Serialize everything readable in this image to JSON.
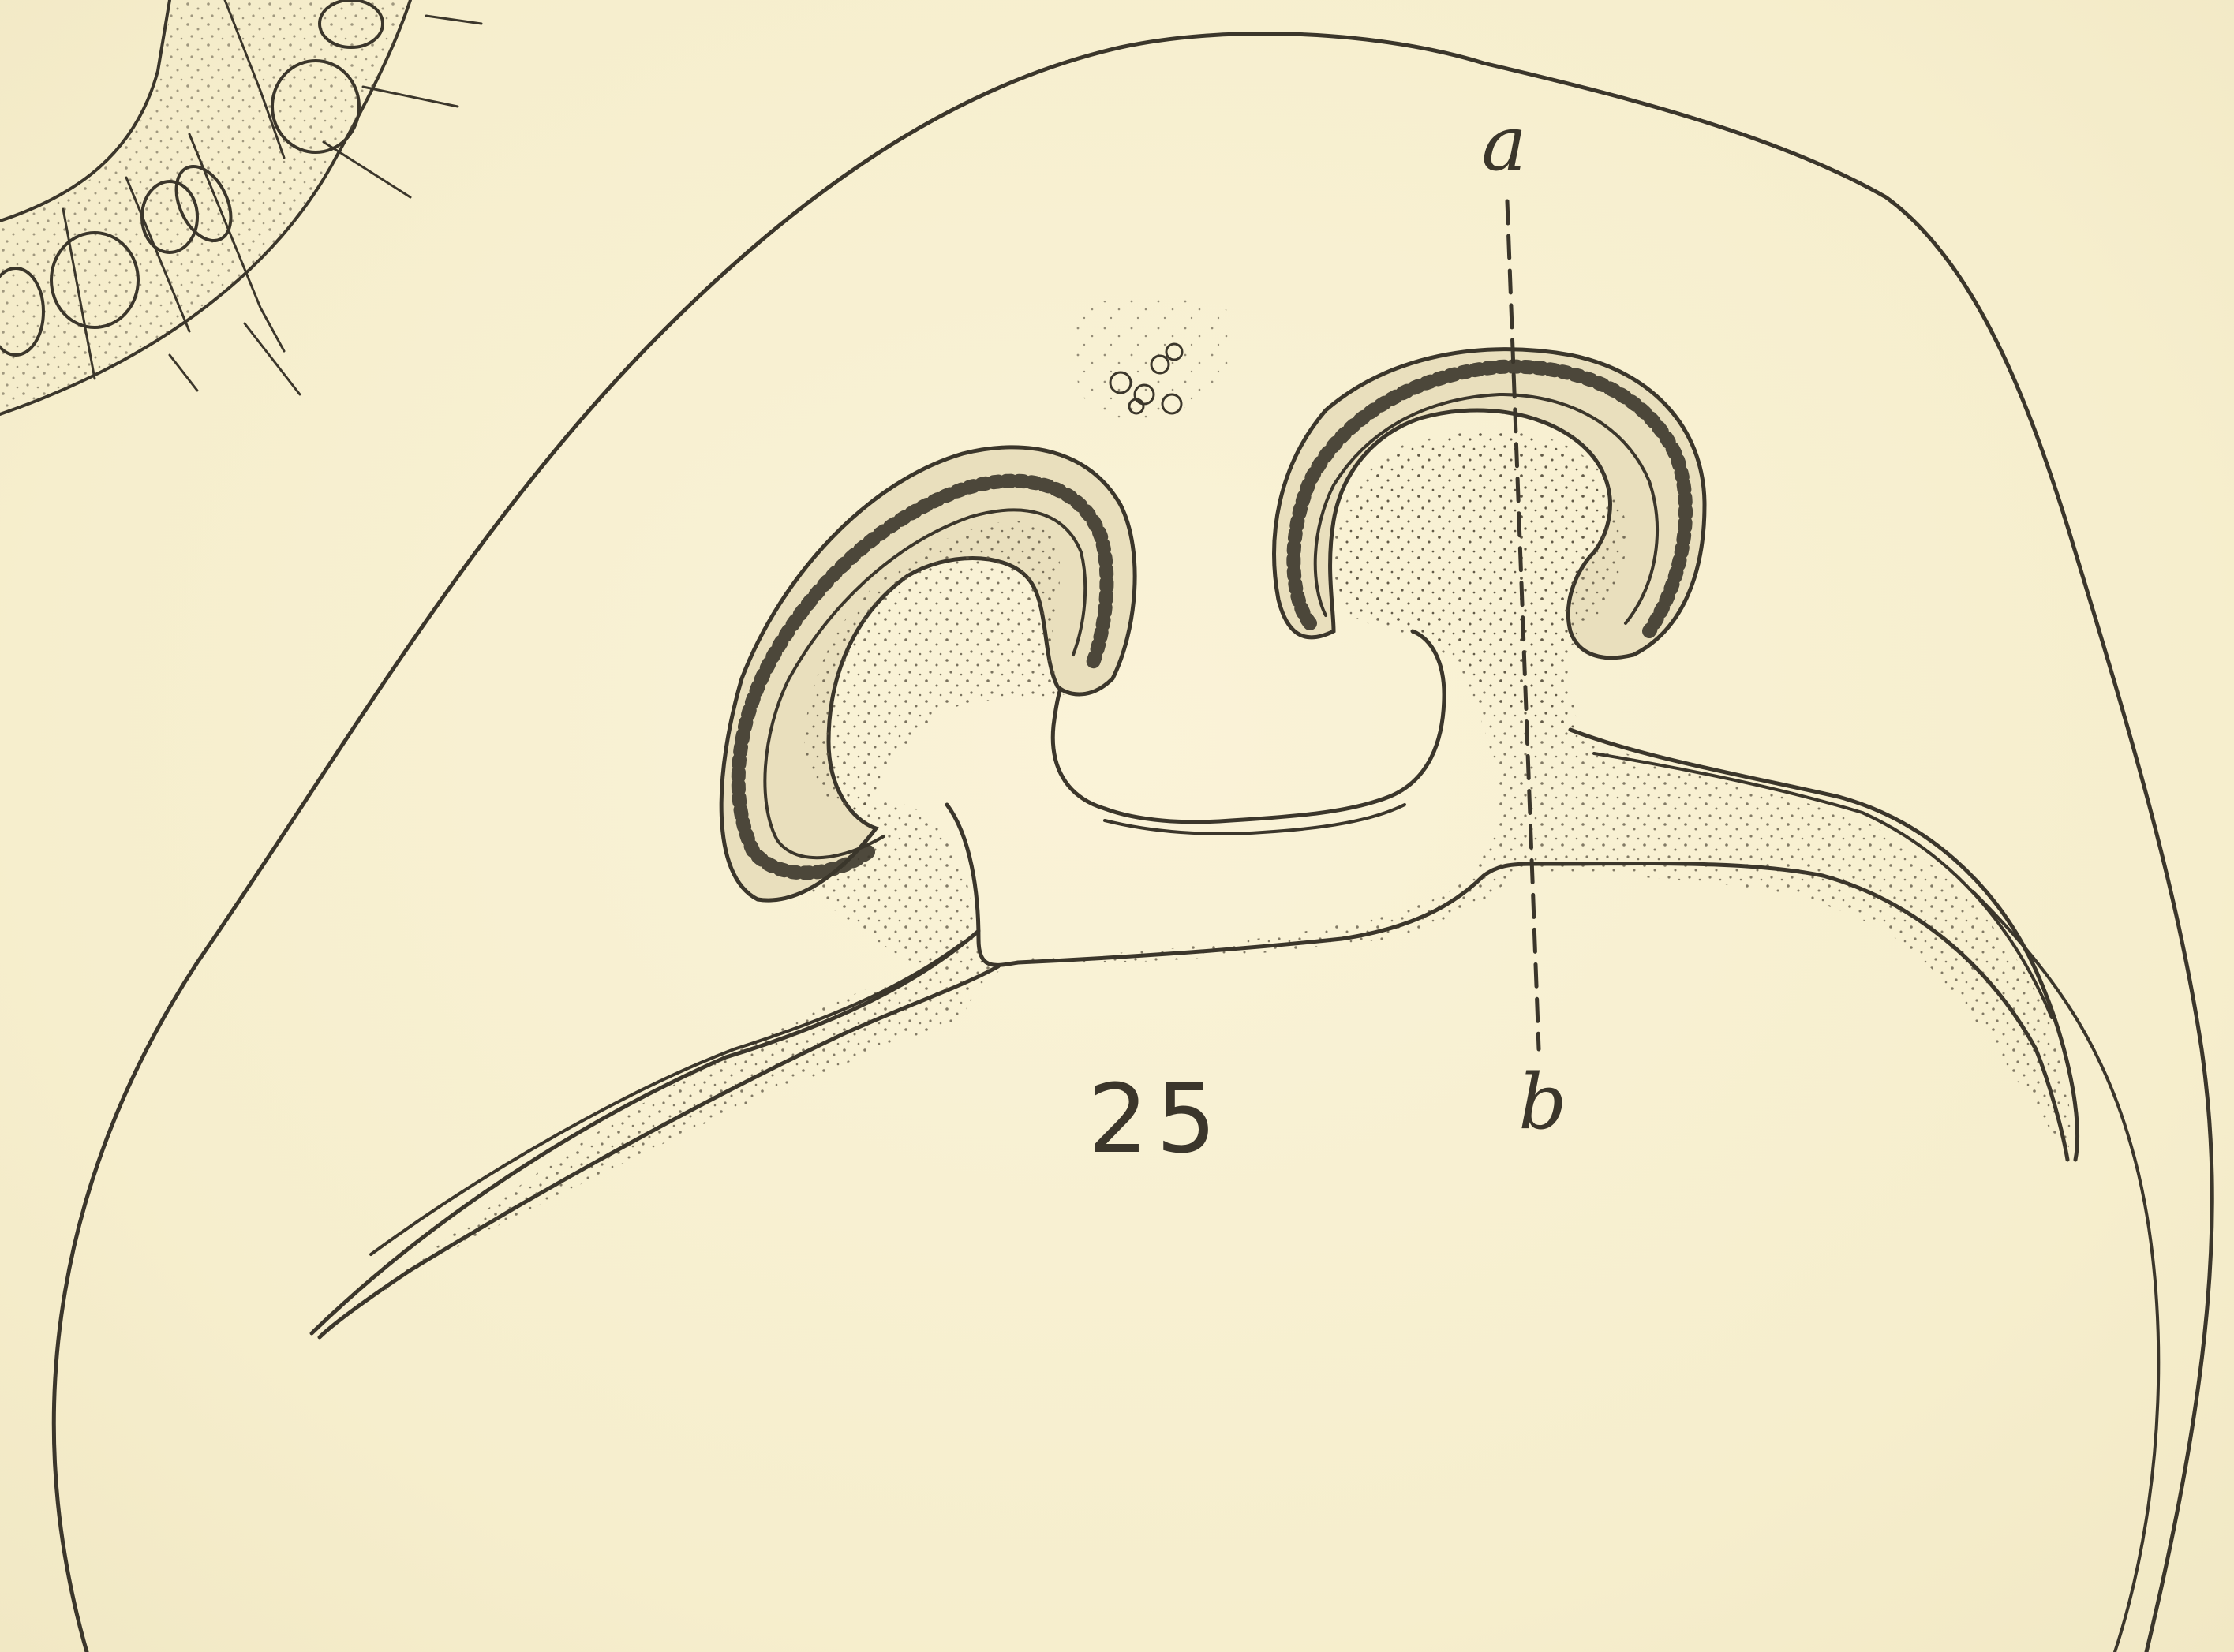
{
  "figure": {
    "number": "25",
    "labels": {
      "top": "a",
      "bottom": "b"
    }
  },
  "colors": {
    "paper": "#f7f0d2",
    "ink": "#3b362b",
    "stipple": "#5a5240"
  }
}
